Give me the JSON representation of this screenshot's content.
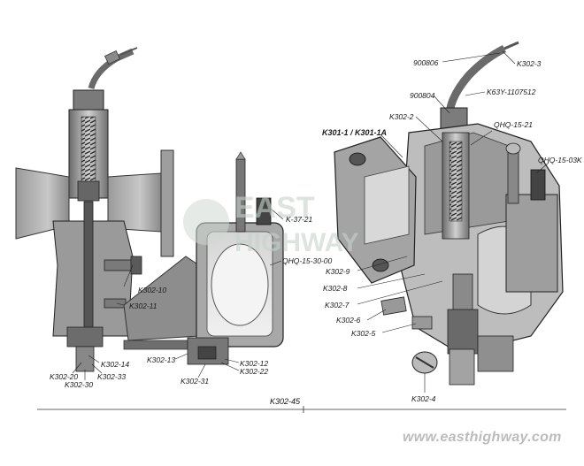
{
  "footer": {
    "assembly_code": "K302-45",
    "website": "www.easthighway.com"
  },
  "watermark": {
    "text_line1": "EAST",
    "text_line2": "HIGHWAY"
  },
  "labels": {
    "l1": "900806",
    "l2": "K302-3",
    "l3": "900804",
    "l4": "K63Y-1107512",
    "l5": "K302-2",
    "l6": "QHQ-15-21",
    "l7": "K301-1 / K301-1A",
    "l8": "QHQ-15-03K",
    "l9": "K-37-21",
    "l10": "QHQ-15-30-00",
    "l11": "K302-9",
    "l12": "K302-8",
    "l13": "K302-7",
    "l14": "K302-6",
    "l15": "K302-5",
    "l16": "K302-4",
    "l17": "K302-10",
    "l18": "K302-11",
    "l19": "K302-14",
    "l20": "K302-33",
    "l21": "K302-20",
    "l22": "K302-30",
    "l23": "K302-13",
    "l24": "K302-12",
    "l25": "K302-22",
    "l26": "K302-31"
  },
  "colors": {
    "metal_dark": "#4a4a4a",
    "metal_mid": "#8c8c8c",
    "metal_light": "#c9c9c9",
    "fuel": "#e8e8e8"
  }
}
